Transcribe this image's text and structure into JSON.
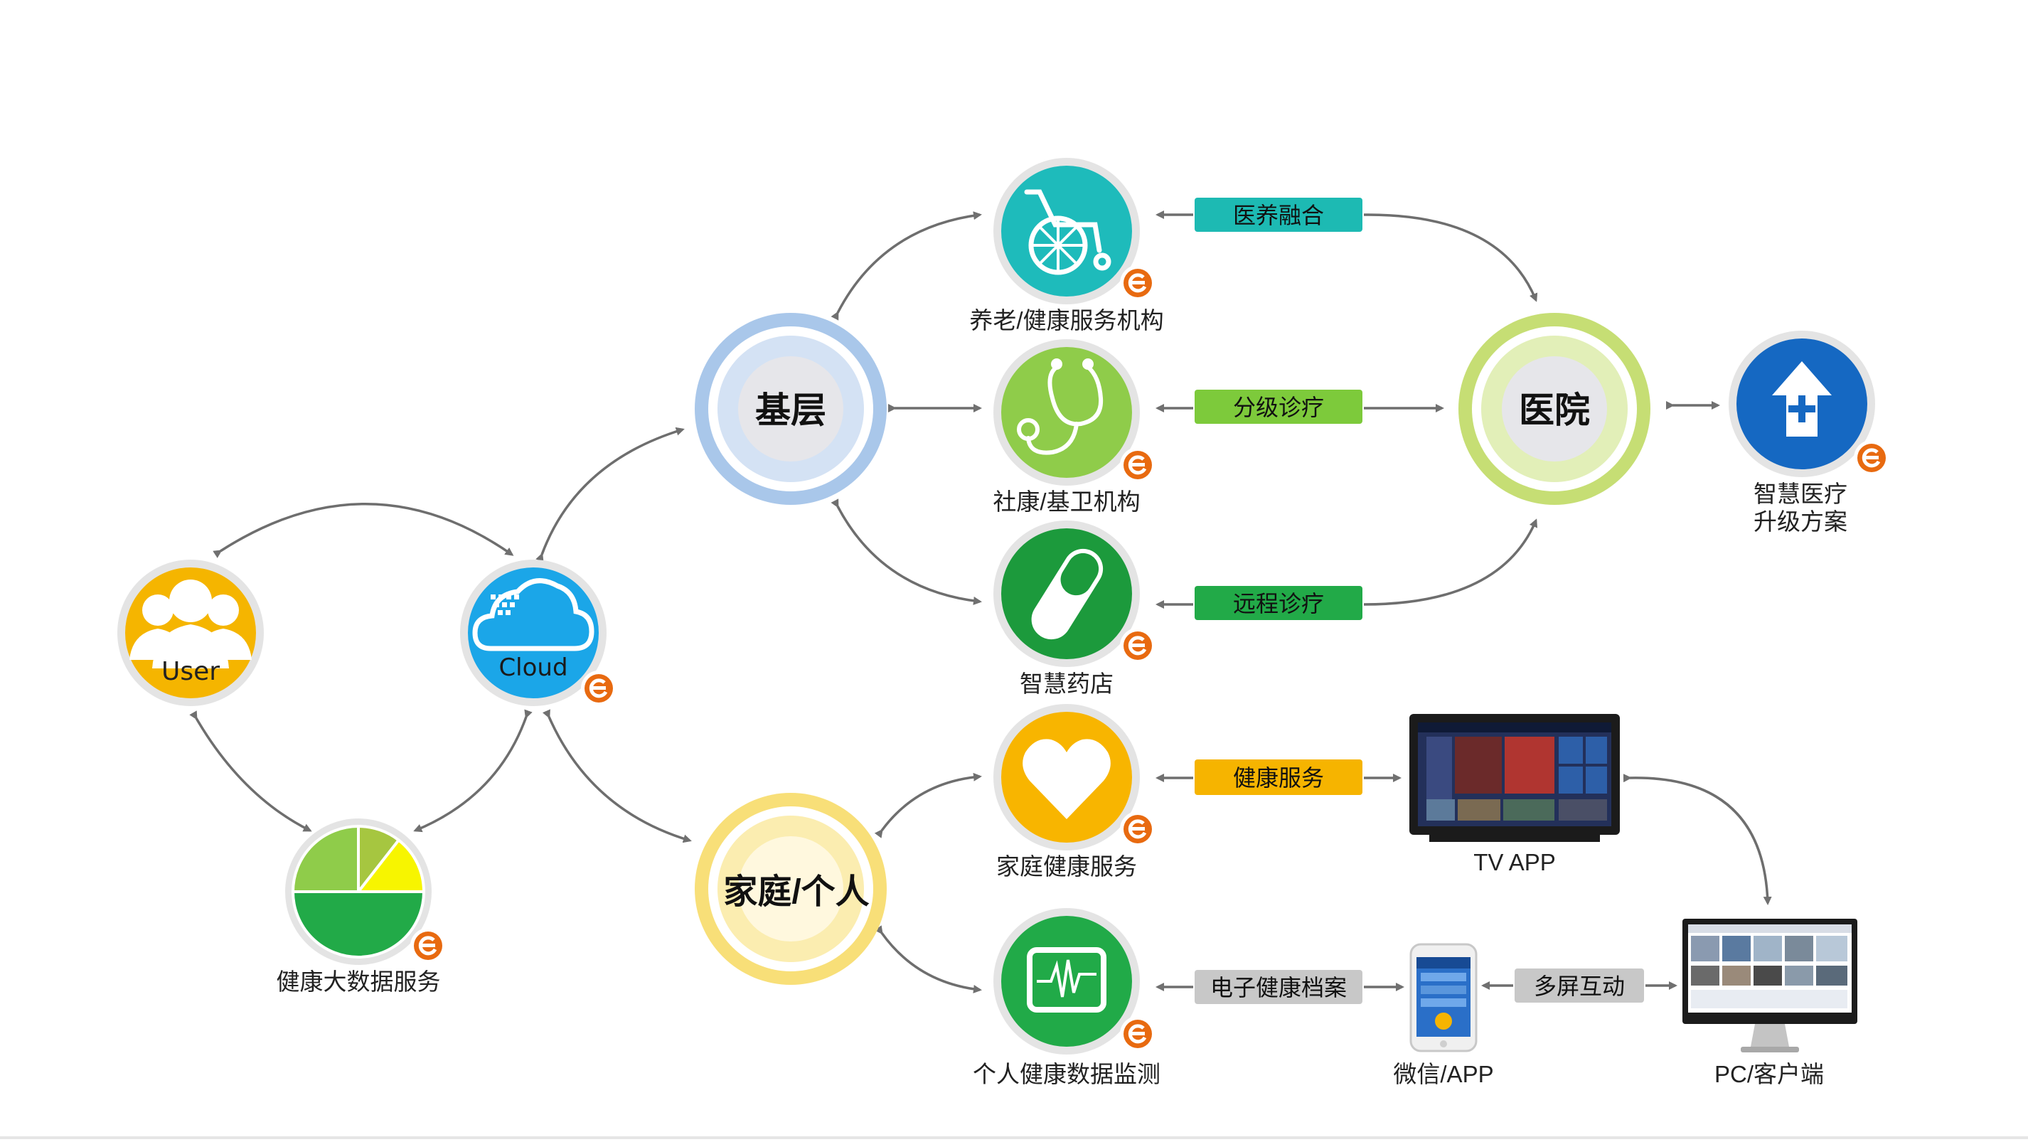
{
  "nodes": {
    "user": {
      "label": "User",
      "color": "#F5B500"
    },
    "cloud": {
      "label": "Cloud",
      "color": "#1BA6E8"
    },
    "bigdata": {
      "label": "健康大数据服务"
    },
    "jiceng": {
      "label": "基层",
      "color": "#A9C7EA"
    },
    "jiating": {
      "label": "家庭/个人",
      "color": "#F8DF78"
    },
    "yiyuan": {
      "label": "医院",
      "color": "#C6DE74"
    },
    "yanglao": {
      "label": "养老/健康服务机构",
      "color": "#1EBBBB",
      "icon": "wheelchair-icon"
    },
    "shekang": {
      "label": "社康/基卫机构",
      "color": "#8FCC4A",
      "icon": "stethoscope-icon"
    },
    "yaodian": {
      "label": "智慧药店",
      "color": "#1C9A3C",
      "icon": "pill-icon"
    },
    "jiating_health": {
      "label": "家庭健康服务",
      "color": "#F8B500",
      "icon": "heart-icon"
    },
    "personal_monitor": {
      "label": "个人健康数据监测",
      "color": "#21AA48",
      "icon": "ecg-monitor-icon"
    },
    "smart_upgrade": {
      "label_line1": "智慧医疗",
      "label_line2": "升级方案",
      "color": "#1568C2",
      "icon": "hospital-upgrade-icon"
    },
    "tv_app": {
      "label": "TV APP"
    },
    "wechat_app": {
      "label": "微信/APP"
    },
    "pc_client": {
      "label": "PC/客户端"
    }
  },
  "connectors": {
    "yiyang": {
      "label": "医养融合",
      "color": "#1DBAB3"
    },
    "fenji": {
      "label": "分级诊疗",
      "color": "#7DCA3B"
    },
    "yuancheng": {
      "label": "远程诊疗",
      "color": "#22AA48"
    },
    "jiankang_fuwu": {
      "label": "健康服务",
      "color": "#F6B400"
    },
    "dianzi_dangan": {
      "label": "电子健康档案",
      "color": "#C8C8C8"
    },
    "duoping": {
      "label": "多屏互动",
      "color": "#C8C8C8"
    }
  },
  "pie_colors": [
    "#8FCC4A",
    "#A6C640",
    "#F7F500",
    "#22AA48"
  ],
  "badge_color": "#E86A10"
}
